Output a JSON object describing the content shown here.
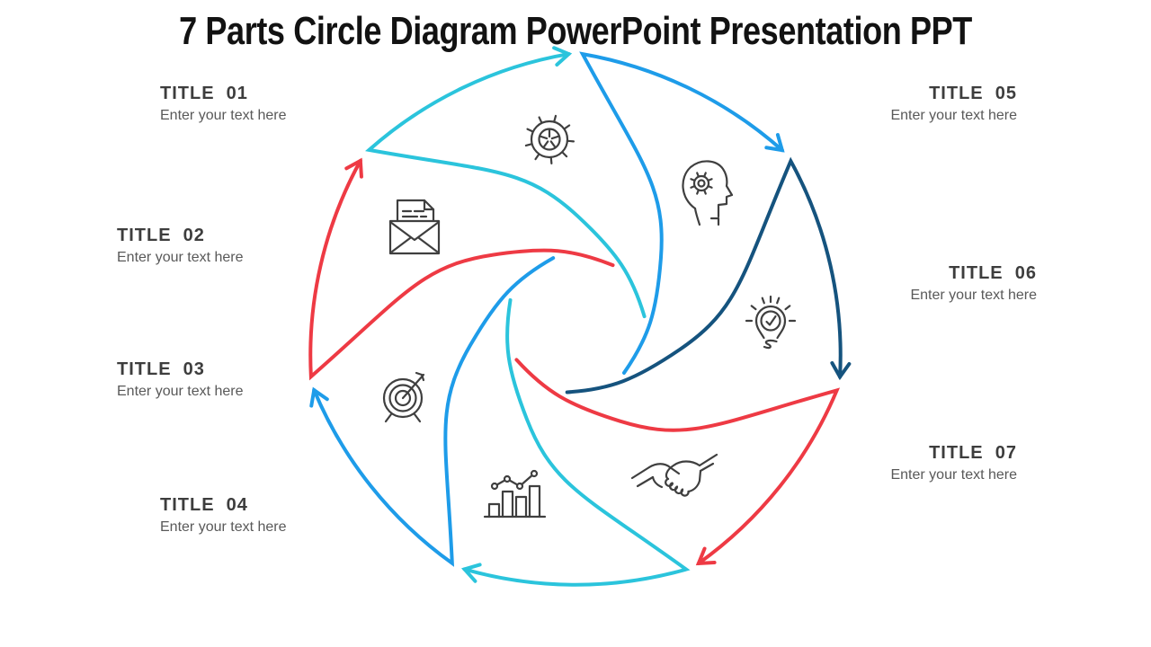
{
  "page_title": "7 Parts Circle Diagram PowerPoint Presentation PPT",
  "labels": [
    {
      "title": "TITLE  01",
      "subtitle": "Enter your text here"
    },
    {
      "title": "TITLE  02",
      "subtitle": "Enter your text here"
    },
    {
      "title": "TITLE  03",
      "subtitle": "Enter your text here"
    },
    {
      "title": "TITLE  04",
      "subtitle": "Enter your text here"
    },
    {
      "title": "TITLE  05",
      "subtitle": "Enter your text here"
    },
    {
      "title": "TITLE  06",
      "subtitle": "Enter your text here"
    },
    {
      "title": "TITLE  07",
      "subtitle": "Enter your text here"
    }
  ],
  "diagram": {
    "parts_count": 7,
    "arrow_colors": [
      "#1e9ce9",
      "#15537e",
      "#ee3a44",
      "#2bc4dc",
      "#1e9ce9",
      "#ee3a44",
      "#2bc4dc"
    ],
    "palette": {
      "blue": "#1e9ce9",
      "navy": "#15537e",
      "red": "#ee3a44",
      "cyan": "#2bc4dc"
    },
    "icon_color": "#3f3f3f",
    "center_icons": [
      "gear-icon",
      "head-gear-icon",
      "lightbulb-check-icon",
      "handshake-icon",
      "bar-chart-icon",
      "target-icon",
      "mail-icon"
    ]
  }
}
